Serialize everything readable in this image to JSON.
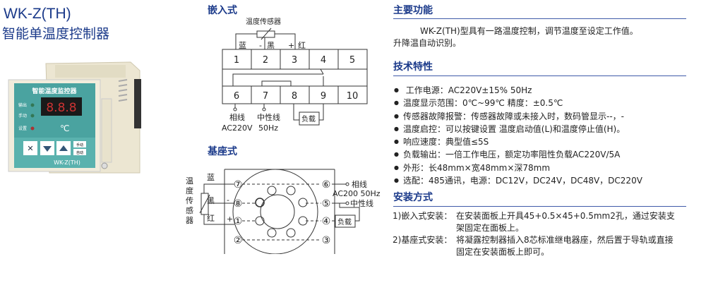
{
  "product": {
    "model": "WK-Z(TH)",
    "name": "智能单温度控制器"
  },
  "device": {
    "panel_title": "智能温度监控器",
    "display": "8.8.8",
    "unit": "℃",
    "indicators": [
      "输出",
      "手动",
      "设置"
    ],
    "manual_button": [
      "手动",
      "自动"
    ],
    "label": "WK-Z(TH)"
  },
  "embedded": {
    "heading": "嵌入式",
    "sensor": "温度传感器",
    "blue": "蓝",
    "minus": "-",
    "black": "黑",
    "plus": "+",
    "red": "红",
    "terminals_top": [
      "1",
      "2",
      "3",
      "4",
      "5"
    ],
    "terminals_bottom": [
      "6",
      "7",
      "8",
      "9",
      "10"
    ],
    "live": "相线",
    "neutral": "中性线",
    "ac": "AC220V",
    "hz": "50Hz",
    "load": "负载"
  },
  "base": {
    "heading": "基座式",
    "sensor_chars": [
      "温",
      "度",
      "传",
      "感",
      "器"
    ],
    "blue": "蓝",
    "black": "黑",
    "red": "红",
    "minus": "-",
    "plus": "+",
    "pins": {
      "p7": "⑦",
      "p8": "⑧",
      "p1": "①",
      "p2": "②",
      "p6": "⑥",
      "p5": "⑤",
      "p4": "④",
      "p3": "③"
    },
    "live": "相线",
    "ac": "AC200 50Hz",
    "neutral": "中性线",
    "load": "负载"
  },
  "functions": {
    "heading": "主要功能",
    "line1": "WK-Z(TH)型具有一路温度控制，调节温度至设定工作值。",
    "line2": "升降温自动识别。"
  },
  "specs": {
    "heading": "技术特性",
    "items": [
      " 工作电源：AC220V±15% 50Hz",
      "温度显示范围：0℃~99℃  精度：±0.5℃",
      "传感器故障报警：传感器故障或未接入时，数码管显示--，-",
      "温度启控：可以按键设置 温度启动值(L)和温度停止值(H)。",
      "响应速度：典型值≤5S",
      "负载输出：一倍工作电压，额定功率阻性负载AC220V/5A",
      "外形：长48mm×宽48mm×深78mm",
      "选配：485通讯，电源：DC12V，DC24V，DC48V，DC220V"
    ]
  },
  "install": {
    "heading": "安装方式",
    "items": [
      {
        "label": "1)嵌入式安装：",
        "lines": [
          "在安装面板上开具45+0.5×45+0.5mm2孔，通过安装支",
          "架固定在面板上。"
        ]
      },
      {
        "label": "2)基座式安装：",
        "lines": [
          "将凝露控制器插入8芯标准继电器座，然后置于导轨或直接",
          "固定在安装面板上即可。"
        ]
      }
    ]
  }
}
